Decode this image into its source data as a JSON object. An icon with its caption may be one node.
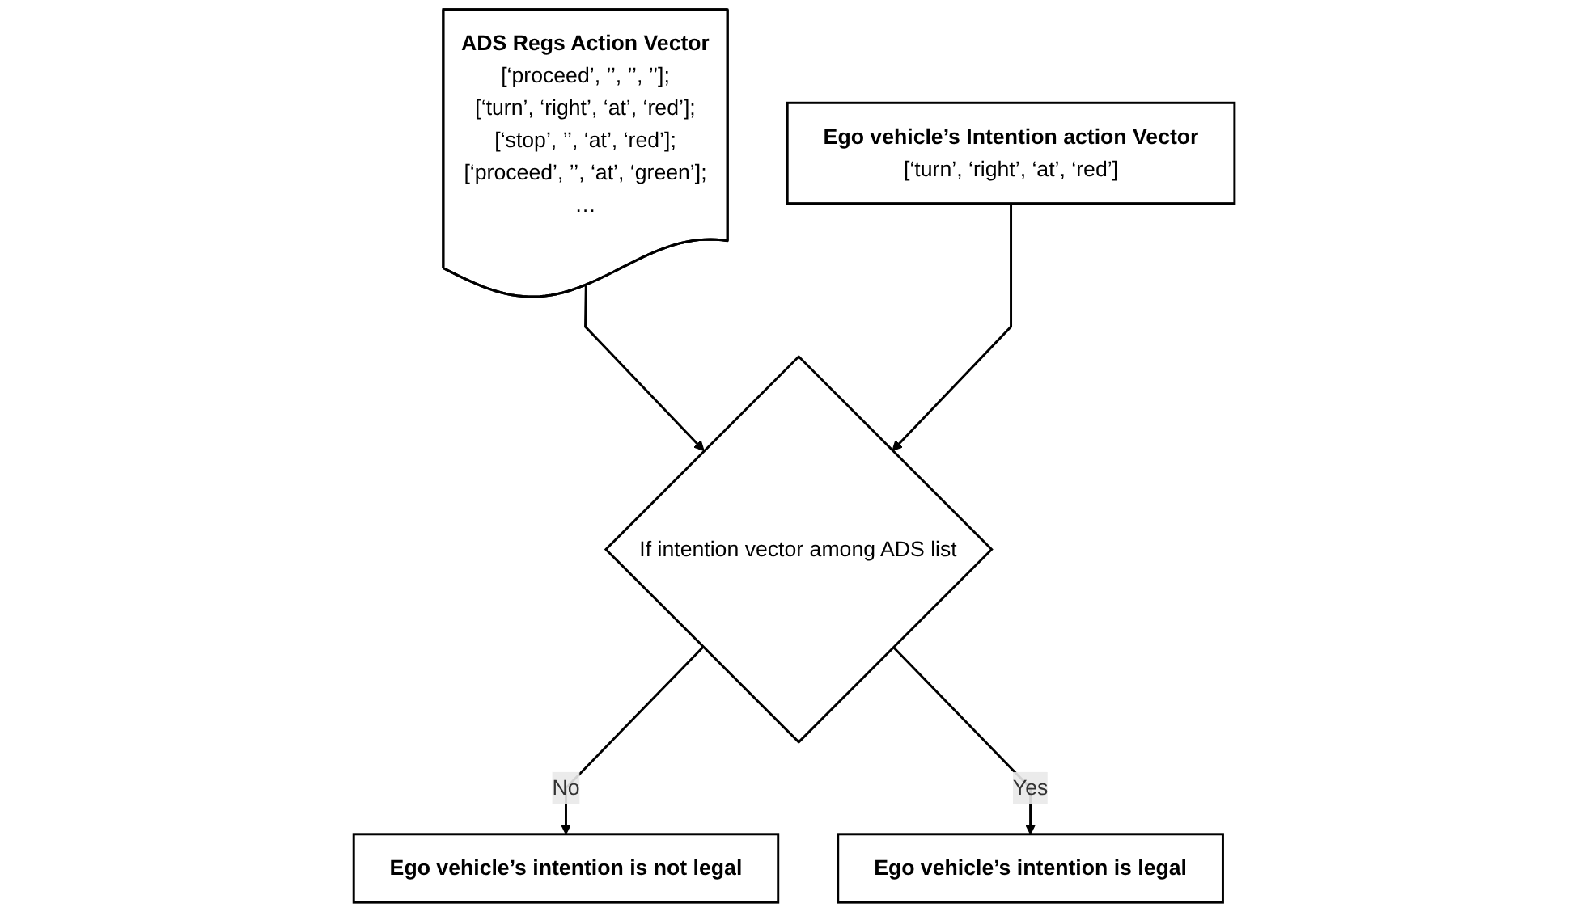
{
  "diagram": {
    "nodes": [
      {
        "text": [
          "ADS Regs Action Vector",
          "[‘proceed’, ’’, ’’, ’’];",
          "[‘turn’, ‘right’, ‘at’, ‘red’];",
          "[‘stop’, ’’, ‘at’, ‘red’];",
          "[‘proceed’, ’’, ‘at’, ‘green’];",
          "…"
        ]
      },
      {
        "text": [
          "Ego vehicle’s Intention action Vector",
          "[‘turn’, ‘right’, ‘at’, ‘red’]"
        ]
      },
      {
        "text": [
          "If intention vector among ADS list"
        ]
      },
      {
        "text": [
          "Ego vehicle’s intention is not legal"
        ]
      },
      {
        "text": [
          "Ego vehicle’s intention is legal"
        ]
      }
    ],
    "edges": [
      {
        "from": 0,
        "to": 2,
        "arrow": "to"
      },
      {
        "from": 1,
        "to": 2,
        "arrow": "to"
      },
      {
        "from": 2,
        "to": 3,
        "arrow": "to",
        "label": "No"
      },
      {
        "from": 2,
        "to": 4,
        "arrow": "to",
        "label": "Yes"
      }
    ]
  }
}
